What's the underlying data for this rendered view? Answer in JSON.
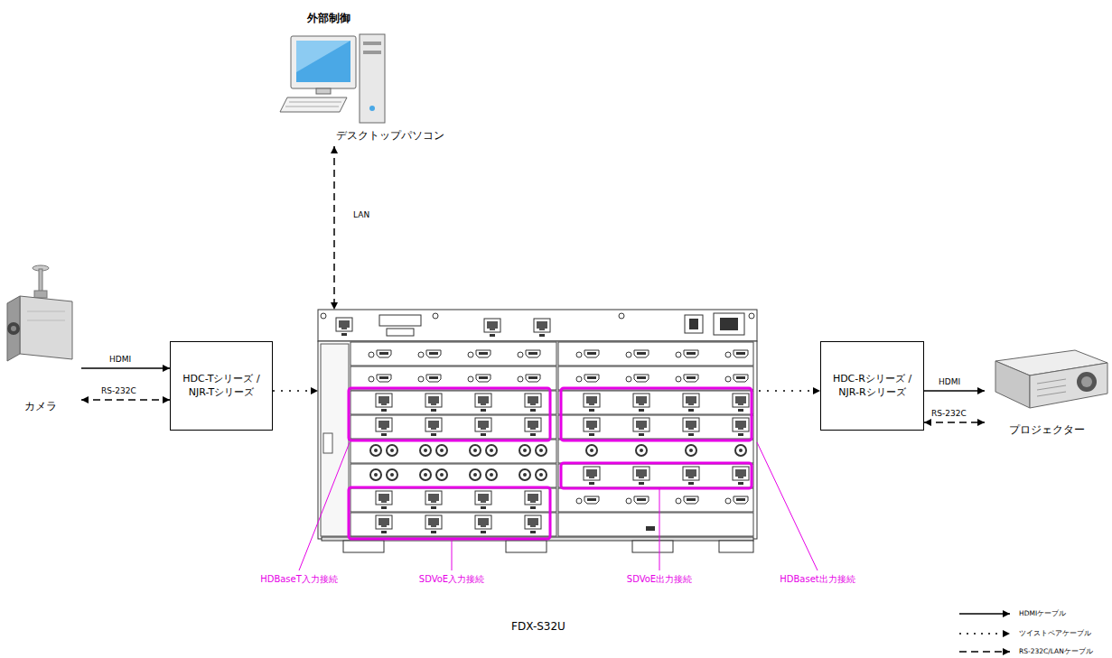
{
  "diagram": {
    "nodes": [
      {
        "text": [
          "外部制御",
          "デスクトップパソコン"
        ]
      },
      {
        "text": [
          "カメラ"
        ]
      },
      {
        "text": [
          "HDC-Tシリーズ / NJR-Tシリーズ"
        ]
      },
      {
        "text": [
          "FDX-S32U"
        ]
      },
      {
        "text": [
          "HDC-Rシリーズ / NJR-Rシリーズ"
        ]
      },
      {
        "text": [
          "プロジェクター"
        ]
      }
    ],
    "edges": [
      {
        "from": 0,
        "to": 3,
        "arrow": "both",
        "label": "LAN"
      },
      {
        "from": 1,
        "to": 2,
        "arrow": "to",
        "label": "HDMI"
      },
      {
        "from": 1,
        "to": 2,
        "arrow": "both",
        "label": "RS-232C"
      },
      {
        "from": 2,
        "to": 3,
        "arrow": "to"
      },
      {
        "from": 3,
        "to": 4,
        "arrow": "to"
      },
      {
        "from": 4,
        "to": 5,
        "arrow": "to",
        "label": "HDMI"
      },
      {
        "from": 4,
        "to": 5,
        "arrow": "both",
        "label": "RS-232C"
      }
    ],
    "labels": [
      "HDBaseT入力接続",
      "SDVoE入力接続",
      "SDVoE出力接続",
      "HDBaset出力接続"
    ],
    "legend": [
      {
        "text": "HDMIケーブル"
      },
      {
        "text": "ツイストペアケーブル"
      },
      {
        "text": "RS-232C/LANケーブル"
      }
    ]
  }
}
